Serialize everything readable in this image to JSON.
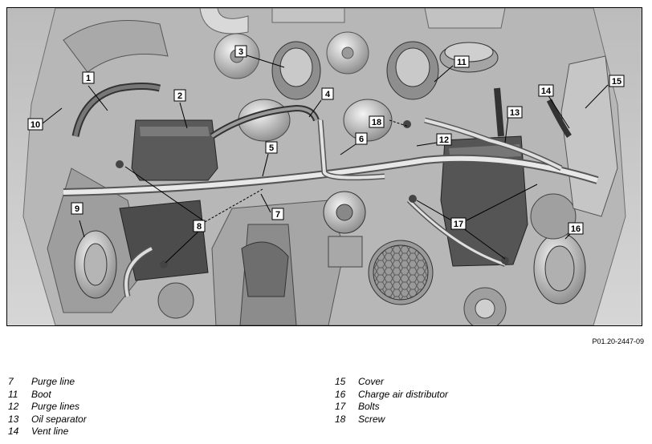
{
  "figure": {
    "reference_code": "P01.20-2447-09",
    "callouts": [
      "1",
      "2",
      "3",
      "4",
      "5",
      "6",
      "7",
      "8",
      "9",
      "10",
      "11",
      "12",
      "13",
      "14",
      "15",
      "16",
      "17",
      "18"
    ]
  },
  "legend": {
    "left": [
      {
        "num": "7",
        "text": "Purge line"
      },
      {
        "num": "11",
        "text": "Boot"
      },
      {
        "num": "12",
        "text": "Purge lines"
      },
      {
        "num": "13",
        "text": "Oil separator"
      },
      {
        "num": "14",
        "text": "Vent line"
      }
    ],
    "right": [
      {
        "num": "15",
        "text": "Cover"
      },
      {
        "num": "16",
        "text": "Charge air distributor"
      },
      {
        "num": "17",
        "text": "Bolts"
      },
      {
        "num": "18",
        "text": "Screw"
      }
    ]
  }
}
